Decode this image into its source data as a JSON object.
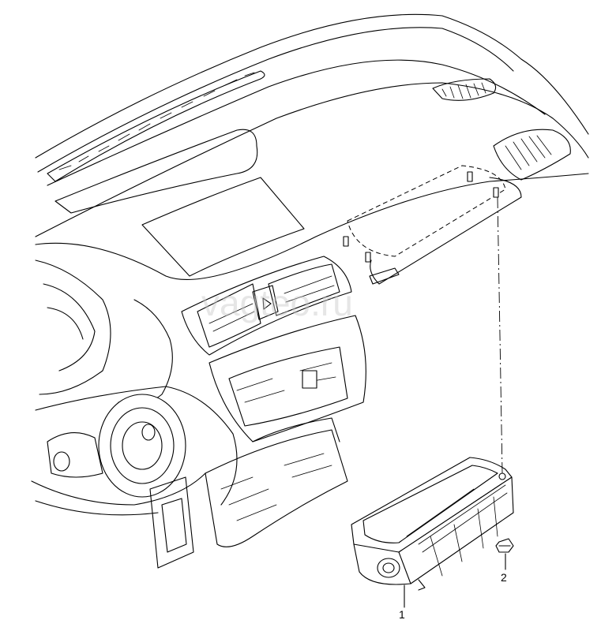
{
  "watermark": {
    "text": "vagteo.ru"
  },
  "callouts": [
    {
      "id": "1",
      "label": "1"
    },
    {
      "id": "2",
      "label": "2"
    }
  ]
}
